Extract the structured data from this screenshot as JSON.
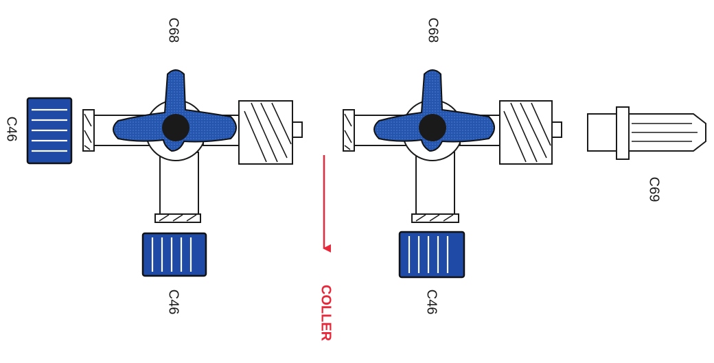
{
  "labels": {
    "c68_left": "C68",
    "c68_right": "C68",
    "c46_left_cap": "C46",
    "c46_left_bottom": "C46",
    "c46_right_bottom": "C46",
    "c69": "C69",
    "coller": "COLLER"
  },
  "colors": {
    "valve_blue": "#1f4fa8",
    "arrow_red": "#e8283a",
    "outline": "#1a1a1a"
  }
}
